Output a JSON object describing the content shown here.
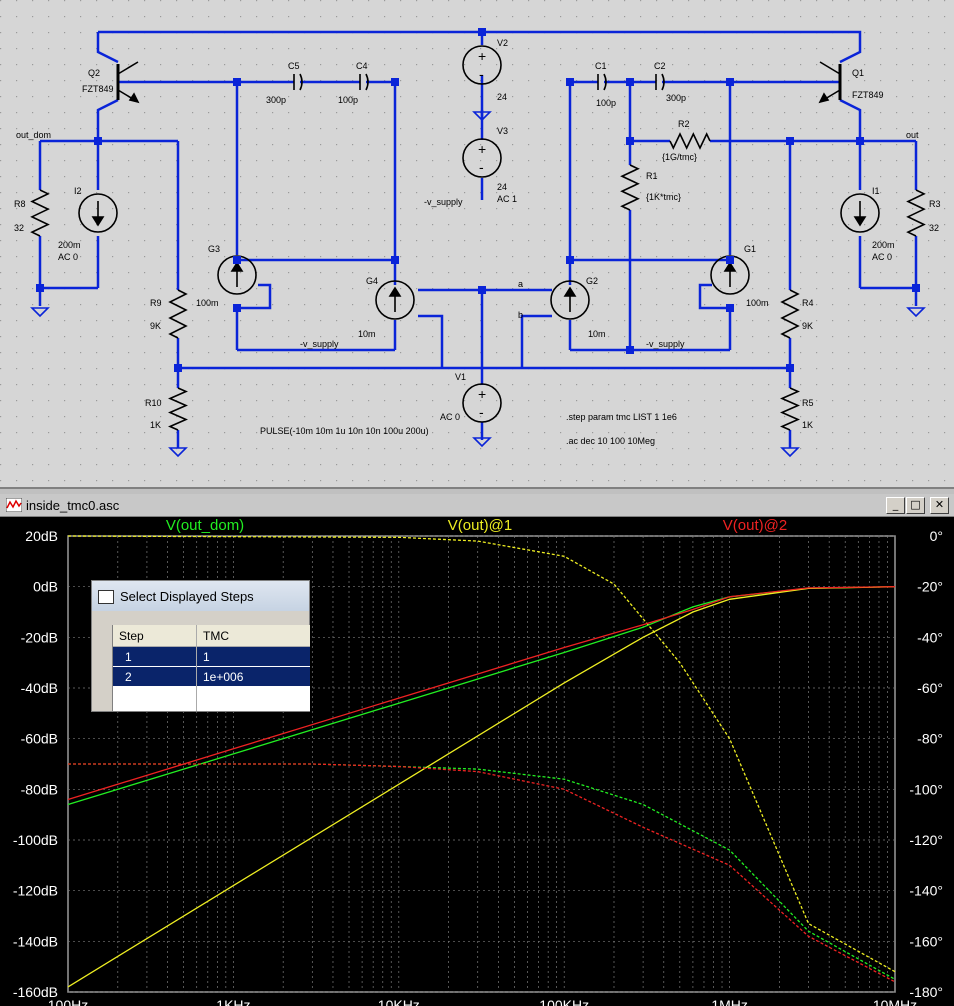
{
  "schematic": {
    "components": [
      {
        "ref": "Q2",
        "value": "FZT849"
      },
      {
        "ref": "Q1",
        "value": "FZT849"
      },
      {
        "ref": "V2",
        "value": "24"
      },
      {
        "ref": "V3",
        "value": "24",
        "extra": "AC 1"
      },
      {
        "ref": "V1",
        "value": "PULSE(-10m 10m 1u 10n 10n 100u 200u)",
        "extra": "AC 0"
      },
      {
        "ref": "C5",
        "value": "300p"
      },
      {
        "ref": "C4",
        "value": "100p"
      },
      {
        "ref": "C1",
        "value": "100p"
      },
      {
        "ref": "C2",
        "value": "300p"
      },
      {
        "ref": "R1",
        "value": "{1K*tmc}"
      },
      {
        "ref": "R2",
        "value": "{1G/tmc}"
      },
      {
        "ref": "R3",
        "value": "32"
      },
      {
        "ref": "R8",
        "value": "32"
      },
      {
        "ref": "R4",
        "value": "9K"
      },
      {
        "ref": "R9",
        "value": "9K"
      },
      {
        "ref": "R5",
        "value": "1K"
      },
      {
        "ref": "R10",
        "value": "1K"
      },
      {
        "ref": "I1",
        "value": "200m",
        "extra": "AC 0"
      },
      {
        "ref": "I2",
        "value": "200m",
        "extra": "AC 0"
      },
      {
        "ref": "G1",
        "value": "100m"
      },
      {
        "ref": "G2",
        "value": "10m"
      },
      {
        "ref": "G3",
        "value": "100m"
      },
      {
        "ref": "G4",
        "value": "10m"
      }
    ],
    "nets": {
      "out_dom": "out_dom",
      "out": "out",
      "a": "a",
      "b": "b",
      "vsupply": "-v_supply"
    },
    "directives": [
      ".step param tmc LIST 1 1e6",
      ".ac dec 10 100 10Meg"
    ]
  },
  "window": {
    "title": "inside_tmc0.asc",
    "buttons": {
      "minimize": "_",
      "maximize": "□",
      "close": "✕"
    }
  },
  "plot": {
    "colors": {
      "out_dom": "#22ee22",
      "out1": "#eeee22",
      "out2": "#ee2222",
      "grid": "#7a7a7a",
      "axis_text": "#ffffff"
    },
    "legend": [
      "V(out_dom)",
      "V(out)@1",
      "V(out)@2"
    ]
  },
  "dialog": {
    "title": "Select Displayed Steps",
    "headers": [
      "Step",
      "TMC"
    ],
    "rows": [
      [
        "1",
        "1"
      ],
      [
        "2",
        "1e+006"
      ]
    ]
  },
  "chart_data": {
    "type": "line",
    "xscale": "log",
    "xlim": [
      100,
      10000000
    ],
    "xticks": [
      "100Hz",
      "1KHz",
      "10KHz",
      "100KHz",
      "1MHz",
      "10MHz"
    ],
    "ylim": [
      -160,
      20
    ],
    "yticks": [
      "20dB",
      "0dB",
      "-20dB",
      "-40dB",
      "-60dB",
      "-80dB",
      "-100dB",
      "-120dB",
      "-140dB",
      "-160dB"
    ],
    "y2lim": [
      -180,
      0
    ],
    "y2ticks": [
      "0°",
      "-20°",
      "-40°",
      "-60°",
      "-80°",
      "-100°",
      "-120°",
      "-140°",
      "-160°",
      "-180°"
    ],
    "series": [
      {
        "name": "V(out_dom)",
        "quantity": "magnitude",
        "x": [
          100,
          1000,
          10000,
          100000,
          300000,
          600000,
          1000000,
          3000000,
          10000000
        ],
        "values": [
          -86,
          -66,
          -46,
          -26,
          -16,
          -8,
          -4,
          -0.6,
          0
        ]
      },
      {
        "name": "V(out_dom)",
        "quantity": "phase",
        "x": [
          100,
          3000,
          10000,
          30000,
          100000,
          300000,
          1000000,
          3000000,
          10000000
        ],
        "values": [
          -90,
          -90,
          -91,
          -92,
          -96,
          -106,
          -124,
          -156,
          -175
        ]
      },
      {
        "name": "V(out)@1",
        "quantity": "magnitude",
        "x": [
          100,
          1000,
          10000,
          100000,
          300000,
          600000,
          1000000,
          3000000,
          10000000
        ],
        "values": [
          -158,
          -118,
          -78,
          -38,
          -20,
          -10,
          -5,
          -0.7,
          0
        ]
      },
      {
        "name": "V(out)@1",
        "quantity": "phase",
        "x": [
          100,
          10000,
          30000,
          100000,
          200000,
          500000,
          1000000,
          3000000,
          10000000
        ],
        "values": [
          0,
          -0.5,
          -2,
          -8,
          -19,
          -50,
          -80,
          -153,
          -172
        ]
      },
      {
        "name": "V(out)@2",
        "quantity": "magnitude",
        "x": [
          100,
          1000,
          10000,
          100000,
          300000,
          600000,
          1000000,
          3000000,
          10000000
        ],
        "values": [
          -84,
          -64,
          -44,
          -24,
          -15,
          -9,
          -4,
          -0.5,
          0
        ]
      },
      {
        "name": "V(out)@2",
        "quantity": "phase",
        "x": [
          100,
          3000,
          10000,
          30000,
          100000,
          300000,
          1000000,
          3000000,
          10000000
        ],
        "values": [
          -90,
          -90,
          -91,
          -93,
          -100,
          -115,
          -130,
          -158,
          -176
        ]
      }
    ]
  }
}
